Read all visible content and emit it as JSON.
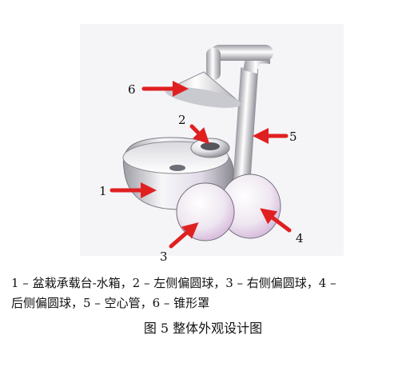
{
  "figure": {
    "labels": [
      "1",
      "2",
      "3",
      "4",
      "5",
      "6"
    ],
    "arrow_color": "#e02020"
  },
  "caption": {
    "line1": "1 – 盆栽承载台-水箱，2 – 左侧偏圆球，3 – 右侧偏圆球，4 –",
    "line2": "后侧偏圆球，5 – 空心管，6 – 锥形罩"
  },
  "title": "图 5   整体外观设计图"
}
